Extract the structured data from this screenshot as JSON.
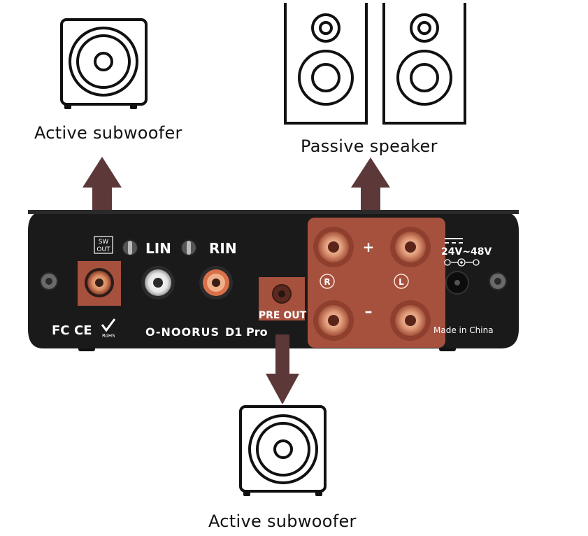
{
  "captions": {
    "top_left": "Active subwoofer",
    "top_right": "Passive speaker",
    "bottom": "Active subwoofer"
  },
  "amp": {
    "sw_out_line1": "SW",
    "sw_out_line2": "OUT",
    "lin": "LIN",
    "rin": "RIN",
    "pre_out": "PRE OUT",
    "plus": "+",
    "minus": "–",
    "right_channel": "R",
    "left_channel": "L",
    "voltage": "24V~48V",
    "made_in": "Made in China",
    "brand": "O-NOORUS",
    "model": "D1 Pro",
    "cert_fc": "FC",
    "cert_ce": "CE",
    "cert_rohs": "RoHS"
  },
  "colors": {
    "arrow": "#5c3838",
    "highlight": "#c05a45",
    "amp_body": "#1a1a1a"
  }
}
